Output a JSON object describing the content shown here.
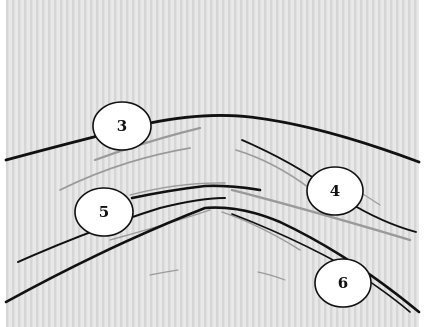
{
  "figure": {
    "background_color": "#e6e6e6",
    "stripe_color": "#d4d4d4",
    "main_line_color": "#111111",
    "faint_line_color": "#9a9a9a"
  },
  "markers": [
    {
      "id": "marker-3",
      "label": "3"
    },
    {
      "id": "marker-4",
      "label": "4"
    },
    {
      "id": "marker-5",
      "label": "5"
    },
    {
      "id": "marker-6",
      "label": "6"
    }
  ]
}
